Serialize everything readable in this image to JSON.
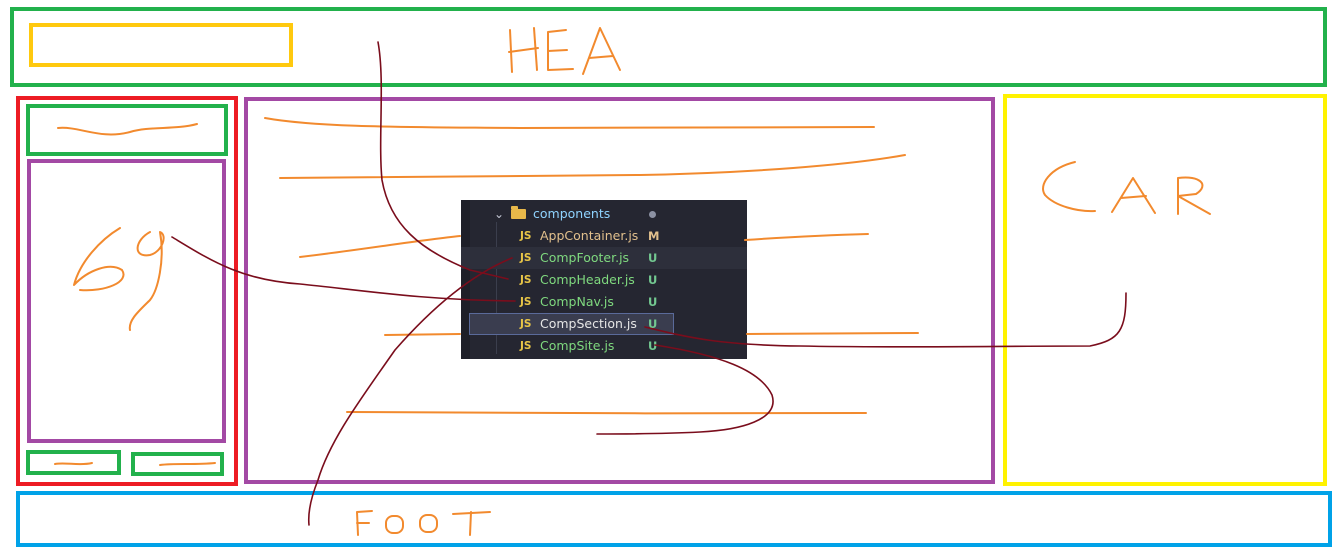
{
  "labels": {
    "header": "HEA",
    "card": "CAR",
    "footer": "FOOT"
  },
  "explorer": {
    "folder": "components",
    "files": [
      {
        "icon": "JS",
        "name": "AppContainer.js",
        "status": "M"
      },
      {
        "icon": "JS",
        "name": "CompFooter.js",
        "status": "U"
      },
      {
        "icon": "JS",
        "name": "CompHeader.js",
        "status": "U"
      },
      {
        "icon": "JS",
        "name": "CompNav.js",
        "status": "U"
      },
      {
        "icon": "JS",
        "name": "CompSection.js",
        "status": "U"
      },
      {
        "icon": "JS",
        "name": "CompSite.js",
        "status": "U"
      }
    ]
  },
  "colors": {
    "header_border": "#22b14c",
    "logo_border": "#ffc90e",
    "sidebar_border": "#ed1c24",
    "section_border": "#a349a4",
    "card_border": "#fff200",
    "footer_border": "#00a2e8",
    "scribble": "#f28a2e",
    "connector": "#7a0d1c"
  }
}
